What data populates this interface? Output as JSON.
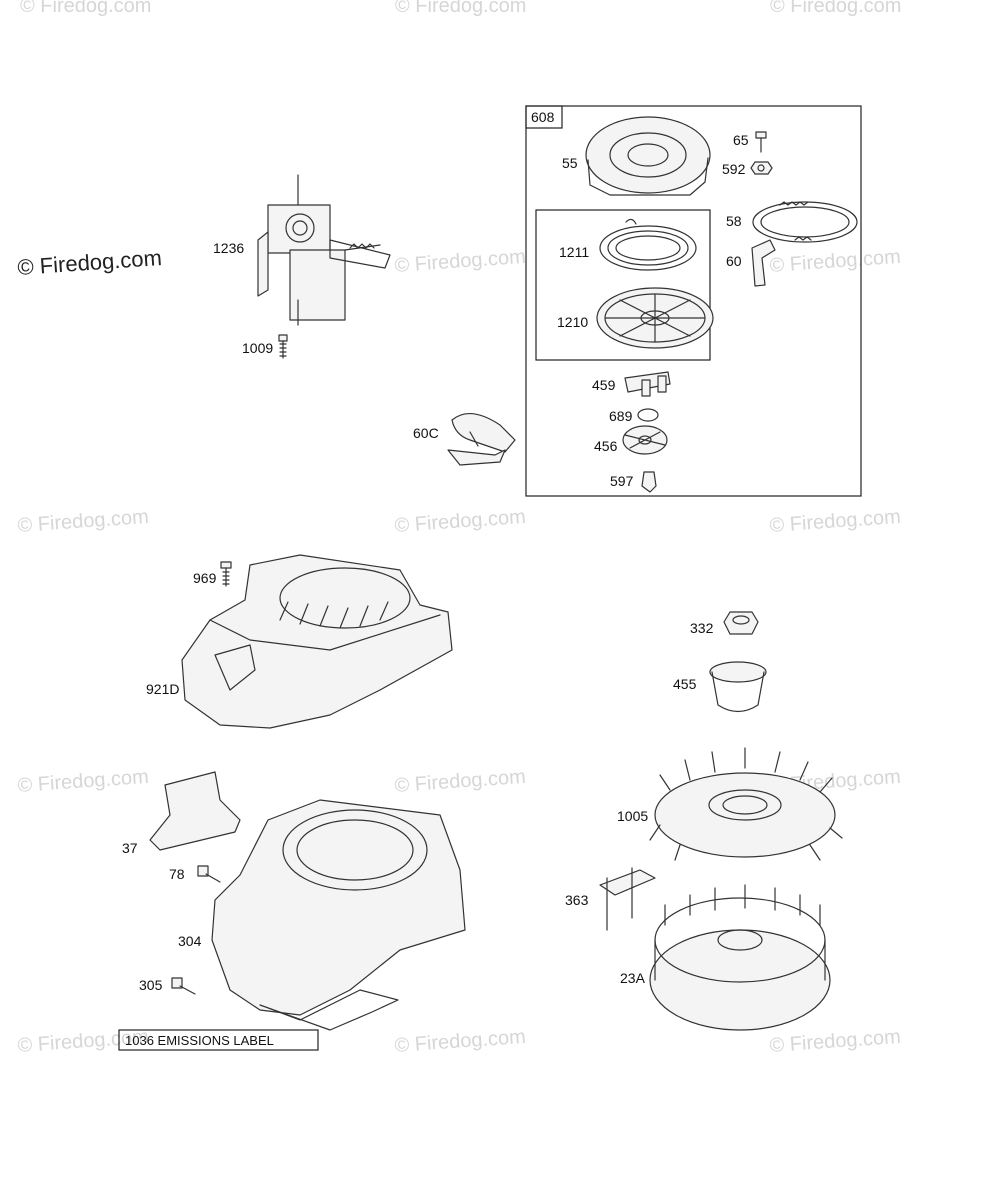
{
  "watermark": {
    "text": "© Firedog.com"
  },
  "kit_box": {
    "label": "608"
  },
  "parts": [
    {
      "id": "1236",
      "label": "1236"
    },
    {
      "id": "1009",
      "label": "1009"
    },
    {
      "id": "60C",
      "label": "60C"
    },
    {
      "id": "55",
      "label": "55"
    },
    {
      "id": "65",
      "label": "65"
    },
    {
      "id": "592",
      "label": "592"
    },
    {
      "id": "58",
      "label": "58"
    },
    {
      "id": "60",
      "label": "60"
    },
    {
      "id": "1211",
      "label": "1211"
    },
    {
      "id": "1210",
      "label": "1210"
    },
    {
      "id": "459",
      "label": "459"
    },
    {
      "id": "689",
      "label": "689"
    },
    {
      "id": "456",
      "label": "456"
    },
    {
      "id": "597",
      "label": "597"
    },
    {
      "id": "969",
      "label": "969"
    },
    {
      "id": "921D",
      "label": "921D"
    },
    {
      "id": "332",
      "label": "332"
    },
    {
      "id": "455",
      "label": "455"
    },
    {
      "id": "37",
      "label": "37"
    },
    {
      "id": "78",
      "label": "78"
    },
    {
      "id": "304",
      "label": "304"
    },
    {
      "id": "305",
      "label": "305"
    },
    {
      "id": "1005",
      "label": "1005"
    },
    {
      "id": "363",
      "label": "363"
    },
    {
      "id": "23A",
      "label": "23A"
    }
  ],
  "emissions_label": "1036 EMISSIONS LABEL"
}
